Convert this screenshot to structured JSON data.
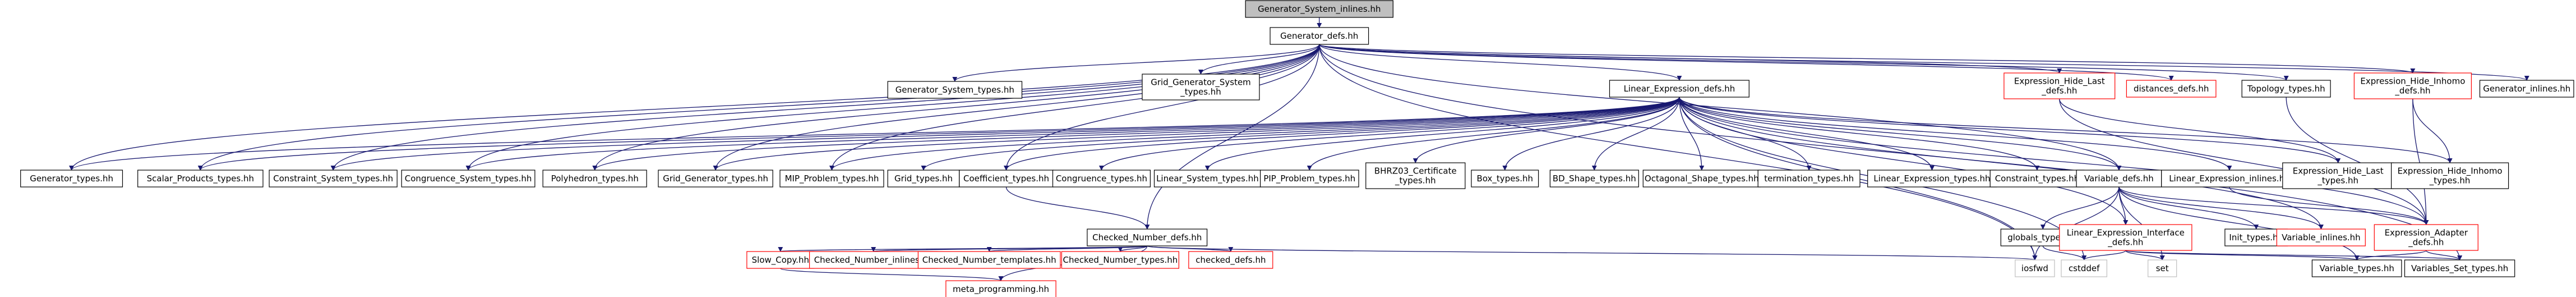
{
  "graph": {
    "title": "Generator_System_inlines.hh",
    "colors": {
      "edge": "#191970",
      "edge_dark": "#0b0b55",
      "node_border_black": "#000000",
      "node_border_red": "#ff0000",
      "node_border_gray": "#bfbfbf",
      "root_fill": "#bfbfbf",
      "text": "#000000"
    },
    "nodes": [
      {
        "id": "root",
        "label": "Generator_System_inlines.hh",
        "border": "black",
        "fill": "gray"
      },
      {
        "id": "gdefs",
        "label": "Generator_defs.hh",
        "border": "black"
      },
      {
        "id": "gst",
        "label": "Generator_System_types.hh",
        "border": "black"
      },
      {
        "id": "ggst",
        "label": "Grid_Generator_System\n_types.hh",
        "border": "black"
      },
      {
        "id": "led",
        "label": "Linear_Expression_defs.hh",
        "border": "black"
      },
      {
        "id": "ehld",
        "label": "Expression_Hide_Last\n_defs.hh",
        "border": "red"
      },
      {
        "id": "distd",
        "label": "distances_defs.hh",
        "border": "red"
      },
      {
        "id": "topo",
        "label": "Topology_types.hh",
        "border": "black"
      },
      {
        "id": "ehid",
        "label": "Expression_Hide_Inhomo\n_defs.hh",
        "border": "red"
      },
      {
        "id": "ginl",
        "label": "Generator_inlines.hh",
        "border": "black"
      },
      {
        "id": "gtyp",
        "label": "Generator_types.hh",
        "border": "black"
      },
      {
        "id": "spt",
        "label": "Scalar_Products_types.hh",
        "border": "black"
      },
      {
        "id": "cst",
        "label": "Constraint_System_types.hh",
        "border": "black"
      },
      {
        "id": "cgst",
        "label": "Congruence_System_types.hh",
        "border": "black"
      },
      {
        "id": "polyt",
        "label": "Polyhedron_types.hh",
        "border": "black"
      },
      {
        "id": "ggt",
        "label": "Grid_Generator_types.hh",
        "border": "black"
      },
      {
        "id": "mipt",
        "label": "MIP_Problem_types.hh",
        "border": "black"
      },
      {
        "id": "gridt",
        "label": "Grid_types.hh",
        "border": "black"
      },
      {
        "id": "coeft",
        "label": "Coefficient_types.hh",
        "border": "black"
      },
      {
        "id": "congt",
        "label": "Congruence_types.hh",
        "border": "black"
      },
      {
        "id": "lst",
        "label": "Linear_System_types.hh",
        "border": "black"
      },
      {
        "id": "pipt",
        "label": "PIP_Problem_types.hh",
        "border": "black"
      },
      {
        "id": "bhrz",
        "label": "BHRZ03_Certificate\n_types.hh",
        "border": "black"
      },
      {
        "id": "boxt",
        "label": "Box_types.hh",
        "border": "black"
      },
      {
        "id": "bdst",
        "label": "BD_Shape_types.hh",
        "border": "black"
      },
      {
        "id": "octt",
        "label": "Octagonal_Shape_types.hh",
        "border": "black"
      },
      {
        "id": "termt",
        "label": "termination_types.hh",
        "border": "black"
      },
      {
        "id": "let",
        "label": "Linear_Expression_types.hh",
        "border": "black"
      },
      {
        "id": "cont",
        "label": "Constraint_types.hh",
        "border": "black"
      },
      {
        "id": "vard",
        "label": "Variable_defs.hh",
        "border": "black"
      },
      {
        "id": "lei",
        "label": "Linear_Expression_inlines.hh",
        "border": "black"
      },
      {
        "id": "ehlt",
        "label": "Expression_Hide_Last\n_types.hh",
        "border": "black"
      },
      {
        "id": "ehit",
        "label": "Expression_Hide_Inhomo\n_types.hh",
        "border": "black"
      },
      {
        "id": "cnd",
        "label": "Checked_Number_defs.hh",
        "border": "black"
      },
      {
        "id": "gmp",
        "label": "globals_types.hh",
        "border": "black"
      },
      {
        "id": "leid",
        "label": "Linear_Expression_Interface\n_defs.hh",
        "border": "red"
      },
      {
        "id": "intt",
        "label": "Init_types.hh",
        "border": "black"
      },
      {
        "id": "vari",
        "label": "Variable_inlines.hh",
        "border": "red"
      },
      {
        "id": "ead",
        "label": "Expression_Adapter\n_defs.hh",
        "border": "red"
      },
      {
        "id": "slow",
        "label": "Slow_Copy.hh",
        "border": "red"
      },
      {
        "id": "cni",
        "label": "Checked_Number_inlines.hh",
        "border": "red"
      },
      {
        "id": "cntp",
        "label": "Checked_Number_templates.hh",
        "border": "red"
      },
      {
        "id": "cntt",
        "label": "Checked_Number_types.hh",
        "border": "red"
      },
      {
        "id": "chkd",
        "label": "checked_defs.hh",
        "border": "red"
      },
      {
        "id": "iosfwd",
        "label": "iosfwd",
        "border": "gray"
      },
      {
        "id": "cstddef",
        "label": "cstddef",
        "border": "gray"
      },
      {
        "id": "set",
        "label": "set",
        "border": "gray"
      },
      {
        "id": "vart",
        "label": "Variable_types.hh",
        "border": "black"
      },
      {
        "id": "vst",
        "label": "Variables_Set_types.hh",
        "border": "black"
      },
      {
        "id": "metap",
        "label": "meta_programming.hh",
        "border": "red"
      }
    ],
    "edges": [
      [
        "root",
        "gdefs"
      ],
      [
        "gdefs",
        "gst"
      ],
      [
        "gdefs",
        "ggst"
      ],
      [
        "gdefs",
        "led"
      ],
      [
        "gdefs",
        "ehld"
      ],
      [
        "gdefs",
        "distd"
      ],
      [
        "gdefs",
        "topo"
      ],
      [
        "gdefs",
        "ehid"
      ],
      [
        "gdefs",
        "ginl"
      ],
      [
        "gdefs",
        "gtyp"
      ],
      [
        "gdefs",
        "spt"
      ],
      [
        "gdefs",
        "cst"
      ],
      [
        "gdefs",
        "cgst"
      ],
      [
        "gdefs",
        "polyt"
      ],
      [
        "gdefs",
        "ggt"
      ],
      [
        "gdefs",
        "mipt"
      ],
      [
        "gdefs",
        "coeft"
      ],
      [
        "gdefs",
        "cnd"
      ],
      [
        "gdefs",
        "vard"
      ],
      [
        "gdefs",
        "iosfwd"
      ],
      [
        "gdefs",
        "vst"
      ],
      [
        "led",
        "gtyp"
      ],
      [
        "led",
        "spt"
      ],
      [
        "led",
        "cst"
      ],
      [
        "led",
        "cgst"
      ],
      [
        "led",
        "polyt"
      ],
      [
        "led",
        "ggt"
      ],
      [
        "led",
        "mipt"
      ],
      [
        "led",
        "gridt"
      ],
      [
        "led",
        "coeft"
      ],
      [
        "led",
        "congt"
      ],
      [
        "led",
        "lst"
      ],
      [
        "led",
        "pipt"
      ],
      [
        "led",
        "bhrz"
      ],
      [
        "led",
        "boxt"
      ],
      [
        "led",
        "bdst"
      ],
      [
        "led",
        "octt"
      ],
      [
        "led",
        "termt"
      ],
      [
        "led",
        "let"
      ],
      [
        "led",
        "cont"
      ],
      [
        "led",
        "vard"
      ],
      [
        "led",
        "lei"
      ],
      [
        "led",
        "ehlt"
      ],
      [
        "led",
        "ehit"
      ],
      [
        "led",
        "iosfwd"
      ],
      [
        "led",
        "cstddef"
      ],
      [
        "led",
        "ead"
      ],
      [
        "led",
        "leid"
      ],
      [
        "led",
        "vari"
      ],
      [
        "ehld",
        "ehlt"
      ],
      [
        "ehld",
        "ead"
      ],
      [
        "topo",
        "ead"
      ],
      [
        "ehid",
        "ehit"
      ],
      [
        "ehid",
        "ead"
      ],
      [
        "coeft",
        "cnd"
      ],
      [
        "vard",
        "gmp"
      ],
      [
        "vard",
        "leid"
      ],
      [
        "vard",
        "intt"
      ],
      [
        "vard",
        "vari"
      ],
      [
        "vard",
        "iosfwd"
      ],
      [
        "vard",
        "set"
      ],
      [
        "vard",
        "vart"
      ],
      [
        "vard",
        "ead"
      ],
      [
        "lei",
        "ead"
      ],
      [
        "gmp",
        "cstddef"
      ],
      [
        "leid",
        "cstddef"
      ],
      [
        "leid",
        "set"
      ],
      [
        "leid",
        "vart"
      ],
      [
        "leid",
        "vst"
      ],
      [
        "ead",
        "vart"
      ],
      [
        "ead",
        "vst"
      ],
      [
        "cnd",
        "slow"
      ],
      [
        "cnd",
        "cni"
      ],
      [
        "cnd",
        "cntp"
      ],
      [
        "cnd",
        "cntt"
      ],
      [
        "cnd",
        "chkd"
      ],
      [
        "cnd",
        "iosfwd"
      ],
      [
        "cnd",
        "metap"
      ],
      [
        "slow",
        "metap"
      ]
    ]
  }
}
